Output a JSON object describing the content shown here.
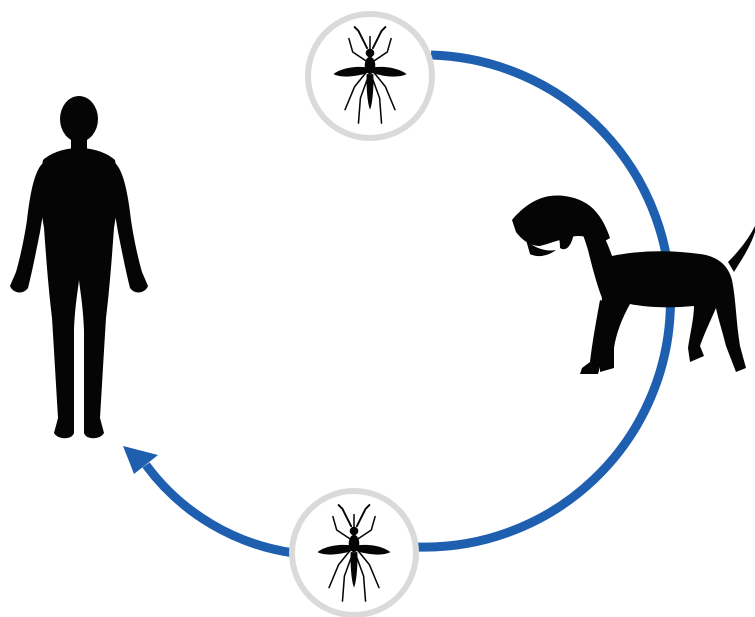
{
  "diagram": {
    "nodes": [
      {
        "id": "human",
        "icon": "human-silhouette-icon"
      },
      {
        "id": "mosquito-top",
        "icon": "mosquito-icon"
      },
      {
        "id": "dog",
        "icon": "dog-silhouette-icon"
      },
      {
        "id": "mosquito-bottom",
        "icon": "mosquito-icon"
      }
    ],
    "flow": [
      "mosquito-top",
      "dog",
      "mosquito-bottom",
      "human"
    ]
  },
  "colors": {
    "arrow": "#1f5fb0",
    "silhouette": "#050505",
    "node_ring": "#dadada",
    "node_fill": "#ffffff",
    "background": "#ffffff"
  }
}
